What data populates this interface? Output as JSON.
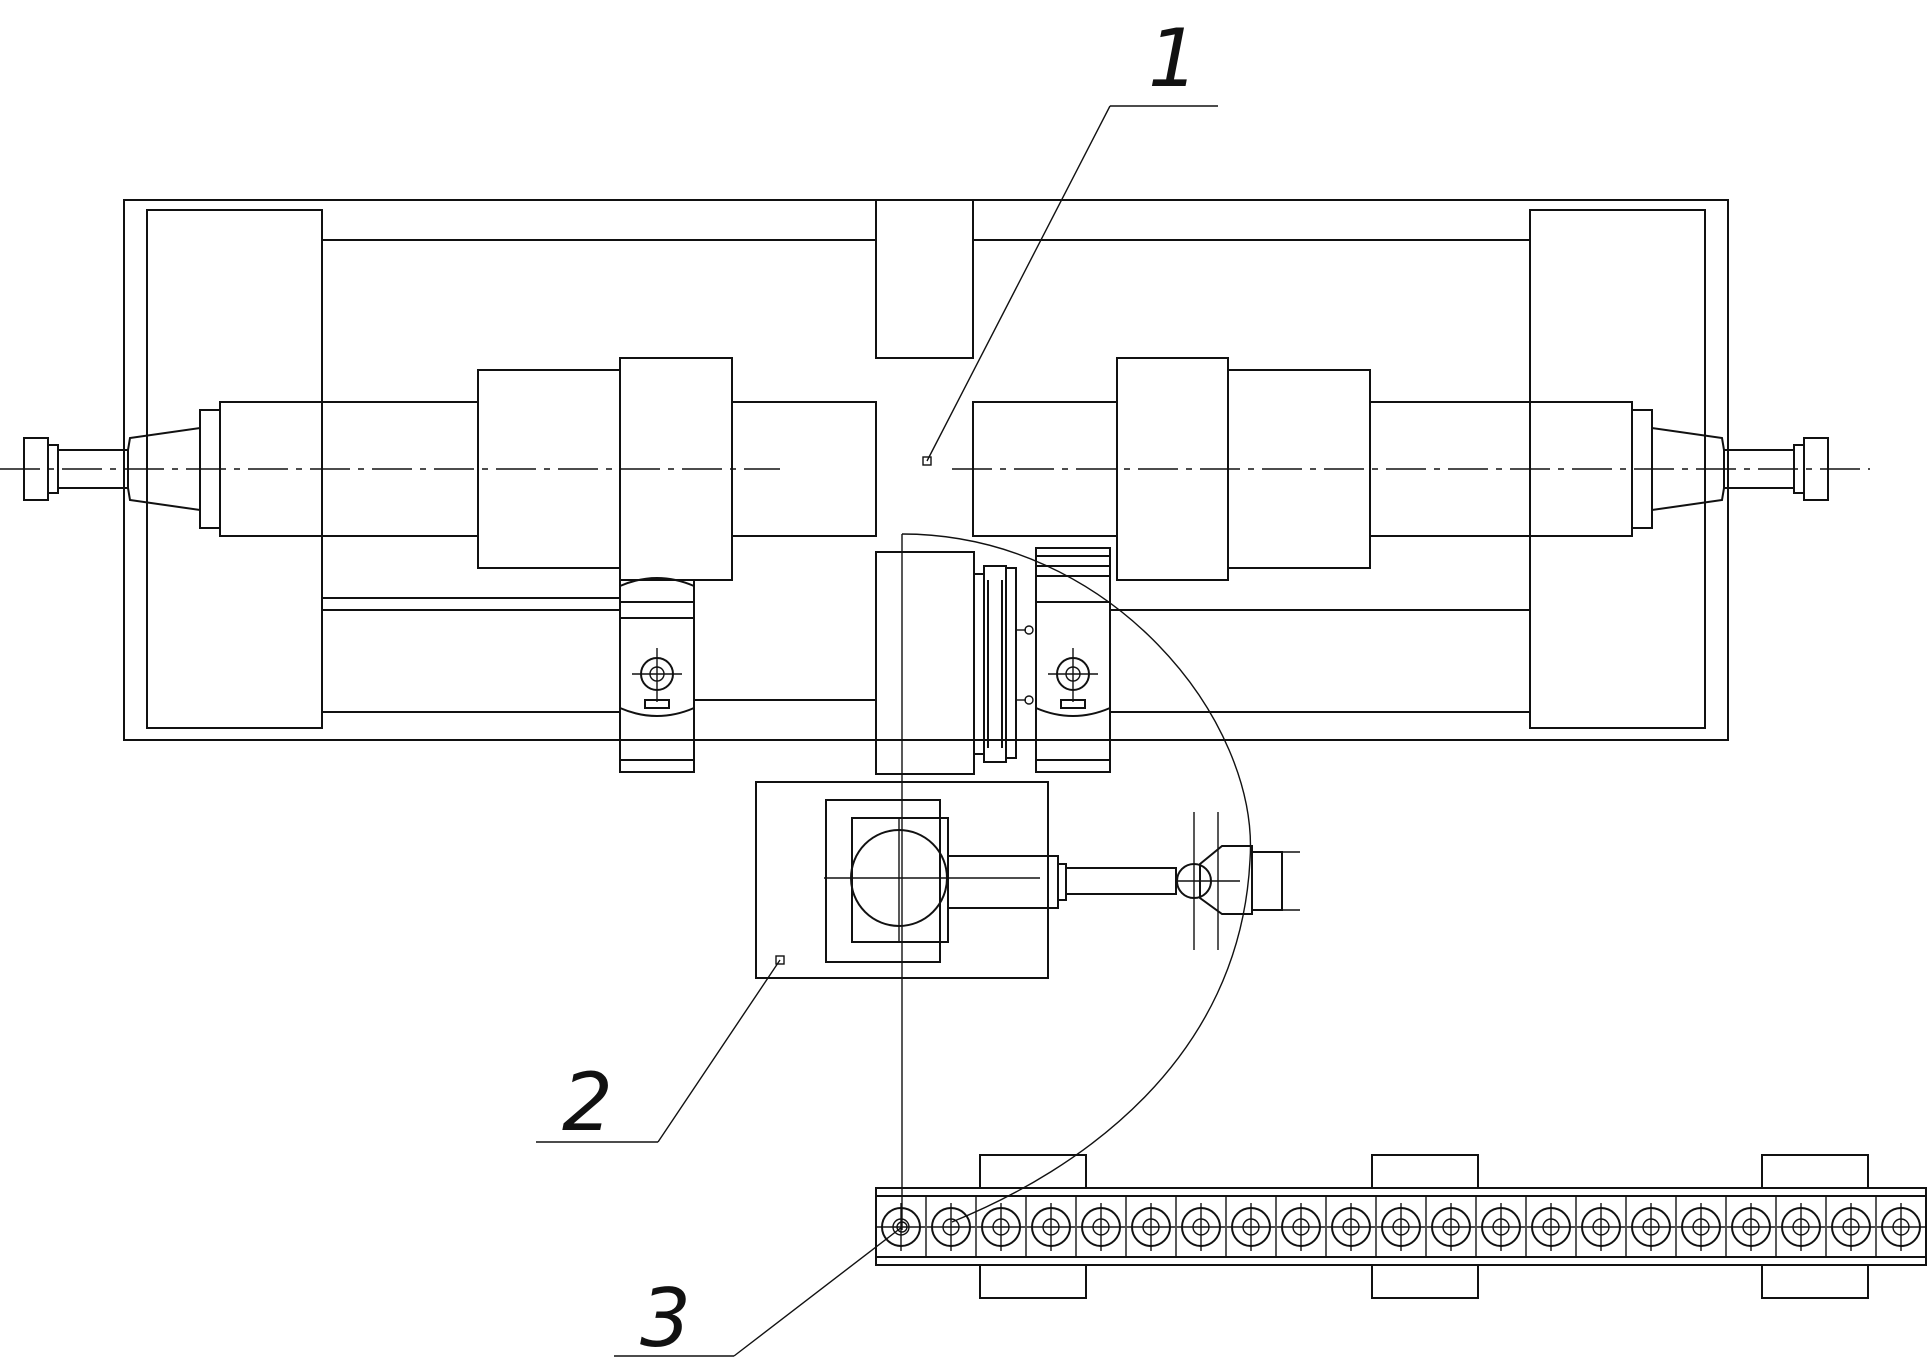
{
  "callouts": [
    {
      "id": "1",
      "text": "1"
    },
    {
      "id": "2",
      "text": "2"
    },
    {
      "id": "3",
      "text": "3"
    }
  ],
  "colors": {
    "line": "#111111",
    "background": "#ffffff"
  }
}
